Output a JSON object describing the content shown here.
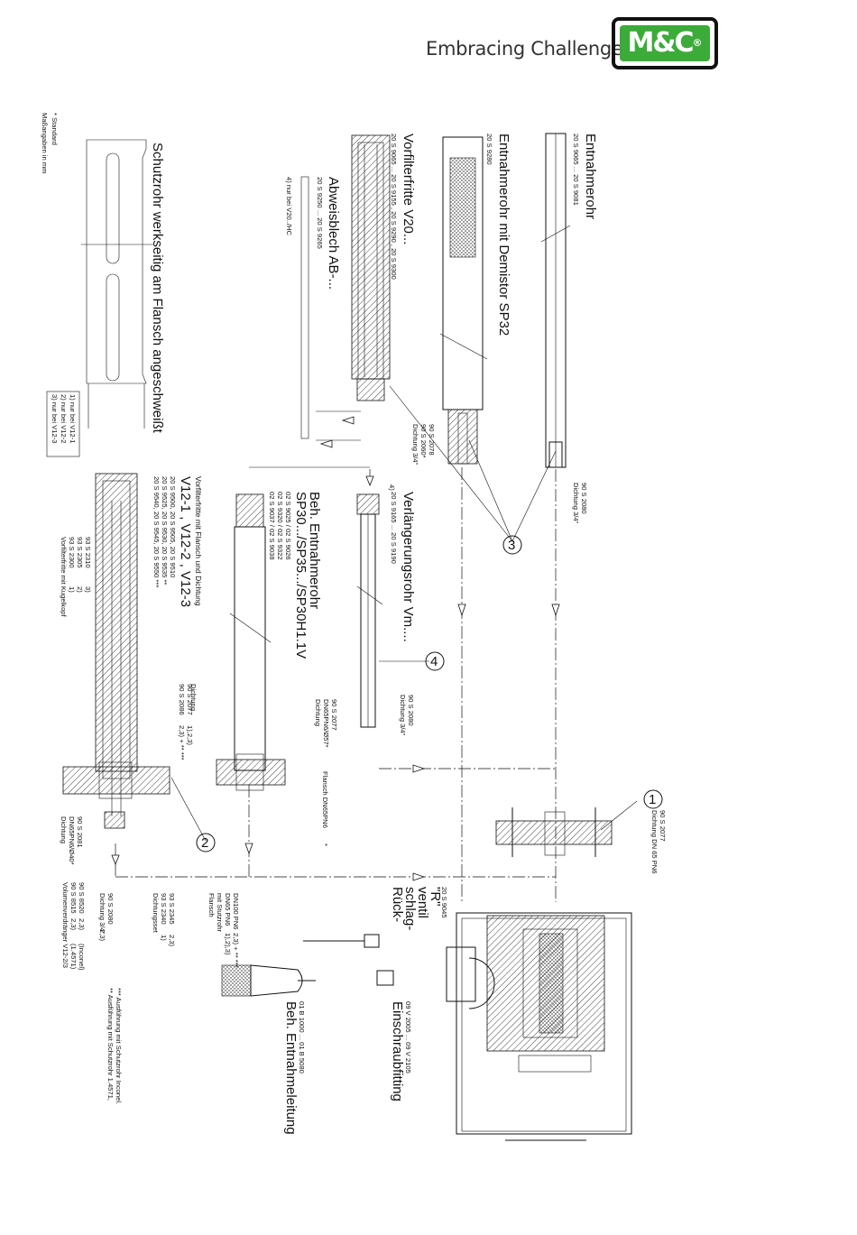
{
  "header": {
    "tagline": "Embracing Challenge",
    "logo_text": "M&C",
    "logo_mark": "®"
  },
  "notes": {
    "standard": "* Standard",
    "units": "Maßangaben in mm",
    "footnotes": [
      "1) nur bei V12-1",
      "2) nur bei V12-2",
      "3) nur bei V12-3"
    ],
    "fn4": "4) nur bei V20../HC",
    "double_star": "** Ausführung mit Schutzrohr 1.4571,",
    "triple_star": "*** Ausführung mit Schutzrohr Inconel."
  },
  "components": {
    "entnahmerohr": {
      "title": "Entnahmerohr",
      "parts": "20 S 9065 ... 20 S 9081"
    },
    "demistor": {
      "title": "Entnahmerohr mit Demistor SP32",
      "parts": "20 S 9280"
    },
    "v20": {
      "title": "Vorfilterfritte V20...",
      "parts": "20 S 9065 ... 20 S 9155 , 20 S 9290 , 20 S 9300"
    },
    "abweis": {
      "title": "Abweisblech AB-...",
      "parts": "20 S 9250 ... 20 S 9265"
    },
    "schutzrohr": {
      "title": "Schutzrohr werkseitig am Flansch angeschweißt"
    },
    "verlaengerung": {
      "title": "Verlängerungsrohr Vm....",
      "parts": "20 S 9165 ... 20 S 9190"
    },
    "beh_rohr": {
      "title1": "Beh. Entnahmerohr",
      "title2": "SP30.../SP35.../SP30H1.1V",
      "parts1": "02 S 9025 / 02 S 9026",
      "parts2": "02 S 9320 / 02 S 9322",
      "parts3": "02 S 9037 / 02 S 9038"
    },
    "v12": {
      "title1": "Vorfilterfritte mit Flansch und Dichtung",
      "title2": "V12-1 ,   V12-2 ,   V12-3",
      "p1": "20 S 9500, 20 S 9505, 20 S 9510",
      "p2": "20 S 9525, 20 S 9530, 20 S 9535 **",
      "p3": "20 S 9540, 20 S 9545, 20 S 9550 ***"
    },
    "kugelkopf": {
      "title": "Vorfilterfritte mit Kugelkopf",
      "rows": [
        [
          "93 S 2300",
          "1)"
        ],
        [
          "93 S 2305",
          "2)"
        ],
        [
          "93 S 2310",
          "3)"
        ]
      ]
    },
    "rueckschlag": {
      "l1": "Rück-",
      "l2": "schlag-",
      "l3": "ventil",
      "l4": "\"R\"",
      "parts": "20 S 9045"
    },
    "einschraub": {
      "title": "Einschraubfitting",
      "parts": "09 V 2005 ... 09 V 2105"
    },
    "beh_leitung": {
      "title": "Beh. Entnahmeleitung",
      "parts": "01 B 1000 ... 01 B 5080"
    },
    "volumen": {
      "title": "Volumenverdränger V12-2/3",
      "rows": [
        [
          "90 S 8515",
          "2,3)",
          "(1.4571)"
        ],
        [
          "90 S 8520",
          "2,3)",
          "(Inconel)"
        ]
      ]
    },
    "dichtungsset": {
      "title": "Dichtungsset",
      "rows": [
        [
          "93 S 2340",
          "1)"
        ],
        [
          "93 S 2345",
          "2,3)"
        ]
      ]
    },
    "flansch_stutzen": {
      "l1": "Flansch",
      "l2": "mit Stutzrohr",
      "l3": "DN65 PN6",
      "l4": "DN100 PN6",
      "f1": "1),2),3)",
      "f2": "2,3) + ** ***"
    }
  },
  "labels": {
    "dicht34": "Dichtung 3/4\"",
    "d2080": "90 S 2080",
    "dichtung": "Dichtung",
    "d2086": "90 S 2086",
    "d2077": "90 S 2077",
    "f1": "2,3) + ** ***",
    "f2": "1),2,3)",
    "dn65_057": "DN65PN6/Ø57*",
    "flansch_dn65": "Flansch DN65PN6",
    "star": "*",
    "dn65_040": "DN65PN6/Ø40*",
    "d2081": "90 S 2081",
    "d2078": "90 S 2078",
    "d2060": "90 S 2060*",
    "dn65pn6": "Dichtung DN 65 PN6",
    "f23": "2,3)",
    "four": "4)"
  },
  "callouts": [
    "1",
    "2",
    "3",
    "4"
  ]
}
